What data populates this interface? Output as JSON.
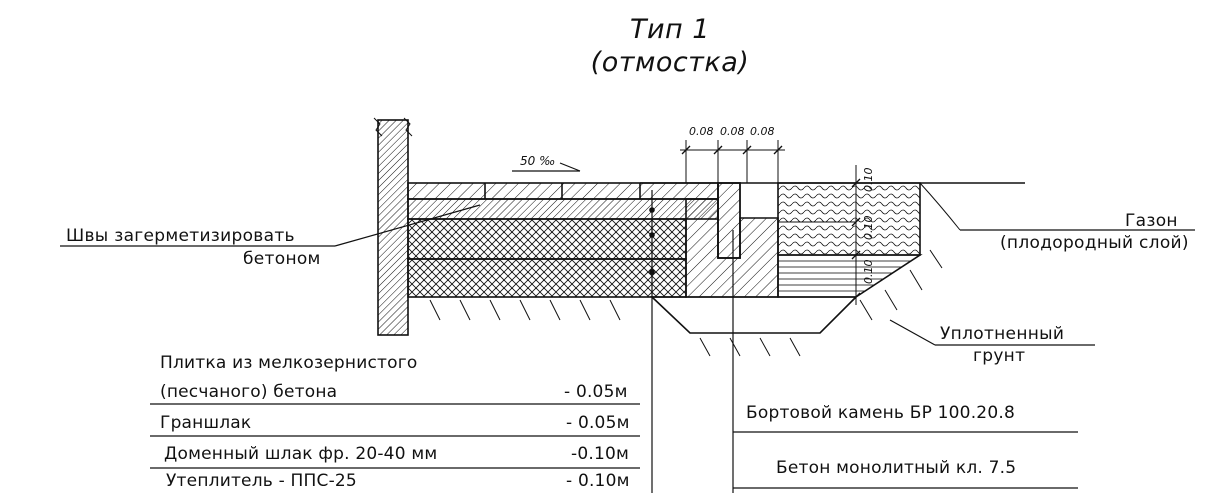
{
  "title": {
    "line1": "Тип 1",
    "line2": "(отмостка)"
  },
  "slope_label": "50 ‰",
  "dimensions": {
    "top": [
      "0.08",
      "0.08",
      "0.08"
    ],
    "vertical": [
      "0.10",
      "0.10",
      "0.10"
    ]
  },
  "callouts": {
    "seams": {
      "line1": "Швы загерметизировать",
      "line2": "бетоном"
    },
    "lawn": {
      "line1": "Газон",
      "line2": "(плодородный слой)"
    },
    "soil": {
      "line1": "Уплотненный",
      "line2": "грунт"
    },
    "curb": "Бортовой камень БР 100.20.8",
    "concrete": "Бетон монолитный кл. 7.5"
  },
  "layers": [
    {
      "name": "Плитка из мелкозернистого",
      "name2": "(песчаного) бетона",
      "thickness": "- 0.05м"
    },
    {
      "name": "Граншлак",
      "thickness": "- 0.05м"
    },
    {
      "name": "Доменный шлак фр. 20-40 мм",
      "thickness": "-0.10м"
    },
    {
      "name": "Утеплитель - ППС-25",
      "thickness": "- 0.10м"
    }
  ],
  "colors": {
    "ink": "#111111",
    "background": "#ffffff"
  }
}
